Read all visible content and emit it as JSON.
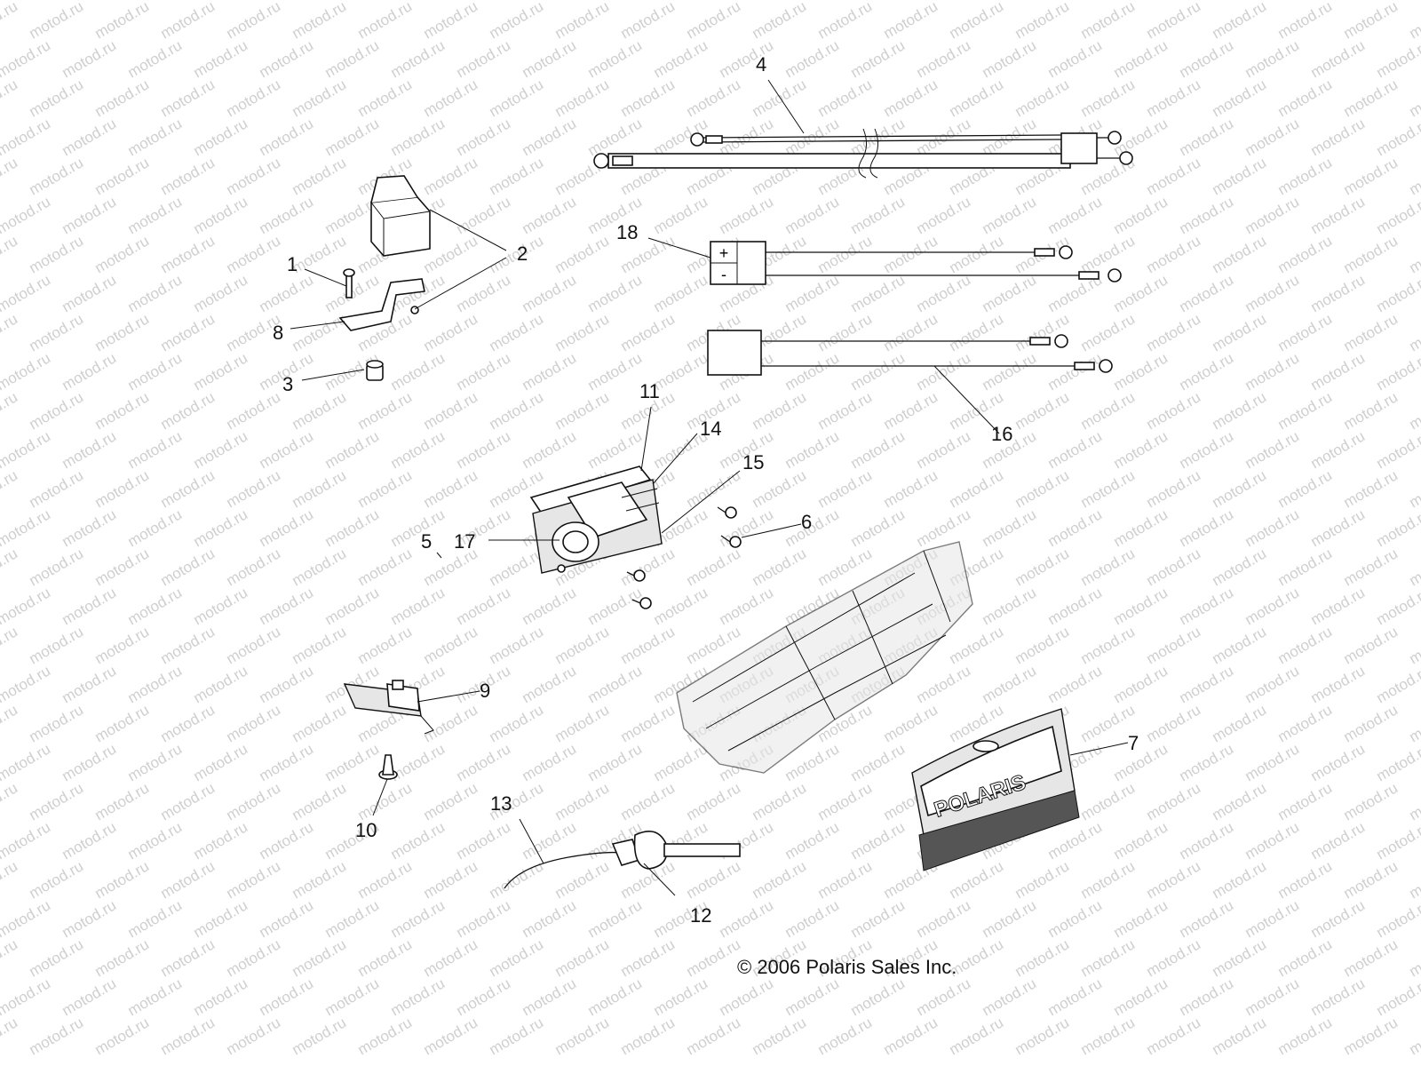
{
  "watermark": "motod.ru",
  "copyright": "© 2006 Polaris Sales Inc.",
  "brand_logo_text": "POLARIS",
  "battery_symbols": {
    "positive": "+",
    "negative": "-"
  },
  "callouts": {
    "c1": "1",
    "c2": "2",
    "c3": "3",
    "c4": "4",
    "c5": "5",
    "c6": "6",
    "c7": "7",
    "c8": "8",
    "c9": "9",
    "c10": "10",
    "c11": "11",
    "c12": "12",
    "c13": "13",
    "c14": "14",
    "c15": "15",
    "c16": "16",
    "c17": "17",
    "c18": "18"
  }
}
